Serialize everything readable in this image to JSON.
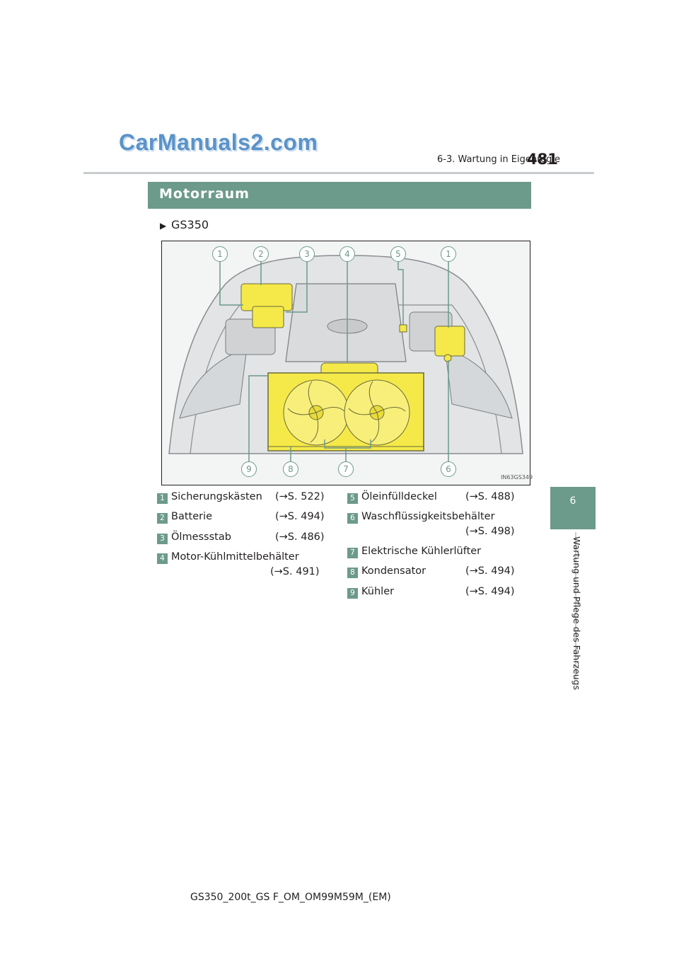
{
  "header": {
    "watermark": "CarManuals2.com",
    "section_ref": "6-3. Wartung in Eigenregie",
    "page_number": "481"
  },
  "side_tab": {
    "chapter_number": "6",
    "chapter_title": "Wartung und Pflege des Fahrzeugs"
  },
  "section": {
    "title": "Motorraum",
    "model_label": "GS350",
    "arrow_icon": "triangle-right-icon"
  },
  "figure": {
    "code": "IN63GS349",
    "callouts": [
      "1",
      "2",
      "3",
      "4",
      "5",
      "1",
      "9",
      "8",
      "7",
      "6"
    ]
  },
  "legend": {
    "left": [
      {
        "num": "1",
        "label": "Sicherungskästen",
        "ref": "(→S. 522)"
      },
      {
        "num": "2",
        "label": "Batterie",
        "ref": "(→S. 494)"
      },
      {
        "num": "3",
        "label": "Ölmessstab",
        "ref": "(→S. 486)"
      },
      {
        "num": "4",
        "label": "Motor-Kühlmittelbehälter",
        "ref": "(→S. 491)"
      }
    ],
    "right": [
      {
        "num": "5",
        "label": "Öleinfülldeckel",
        "ref": "(→S. 488)"
      },
      {
        "num": "6",
        "label": "Waschflüssigkeitsbehälter",
        "ref": "(→S. 498)"
      },
      {
        "num": "7",
        "label": "Elektrische Kühlerlüfter",
        "ref": ""
      },
      {
        "num": "8",
        "label": "Kondensator",
        "ref": "(→S. 494)"
      },
      {
        "num": "9",
        "label": "Kühler",
        "ref": "(→S. 494)"
      }
    ]
  },
  "footer": {
    "doc_code": "GS350_200t_GS F_OM_OM99M59M_(EM)"
  },
  "colors": {
    "accent": "#6c9a8b",
    "highlight": "#f5e94a",
    "watermark": "#5b93c9"
  }
}
